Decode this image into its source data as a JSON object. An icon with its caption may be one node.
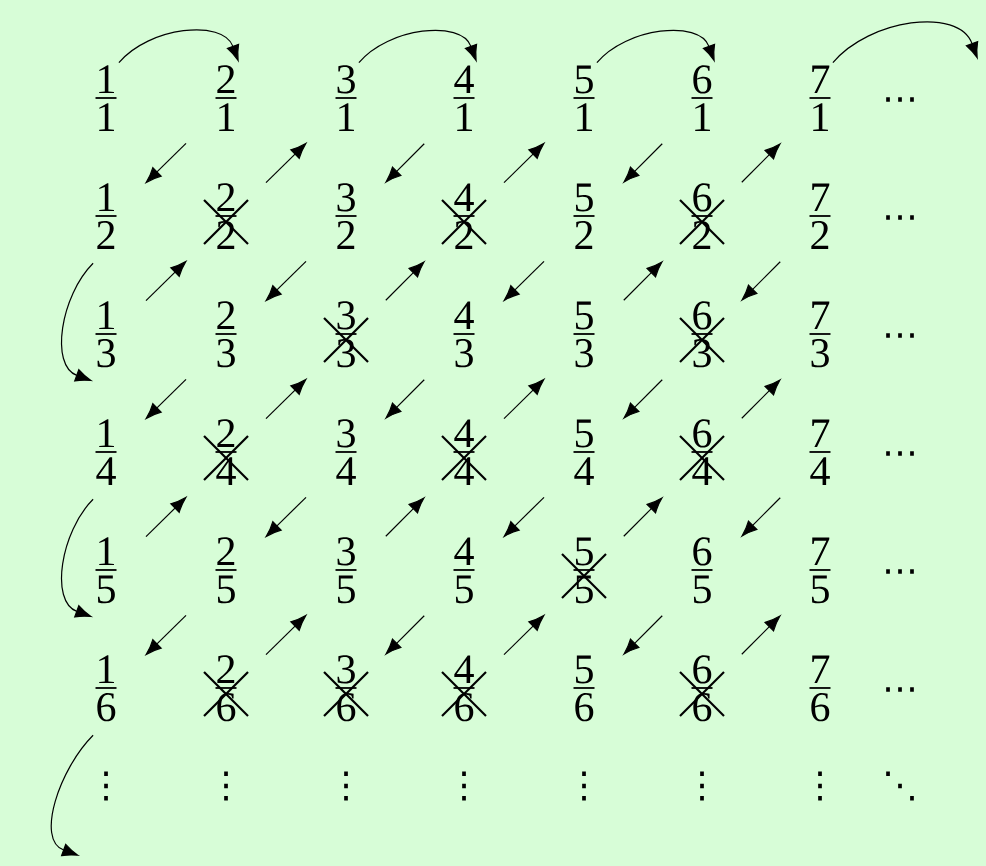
{
  "diagram": {
    "nodes": [
      {
        "text": [
          "1",
          "1"
        ]
      },
      {
        "text": [
          "2",
          "1"
        ]
      },
      {
        "text": [
          "3",
          "1"
        ]
      },
      {
        "text": [
          "4",
          "1"
        ]
      },
      {
        "text": [
          "5",
          "1"
        ]
      },
      {
        "text": [
          "6",
          "1"
        ]
      },
      {
        "text": [
          "7",
          "1"
        ]
      },
      {
        "text": [
          "1",
          "2"
        ]
      },
      {
        "text": [
          "2",
          "2"
        ]
      },
      {
        "text": [
          "3",
          "2"
        ]
      },
      {
        "text": [
          "4",
          "2"
        ]
      },
      {
        "text": [
          "5",
          "2"
        ]
      },
      {
        "text": [
          "6",
          "2"
        ]
      },
      {
        "text": [
          "7",
          "2"
        ]
      },
      {
        "text": [
          "1",
          "3"
        ]
      },
      {
        "text": [
          "2",
          "3"
        ]
      },
      {
        "text": [
          "3",
          "3"
        ]
      },
      {
        "text": [
          "4",
          "3"
        ]
      },
      {
        "text": [
          "5",
          "3"
        ]
      },
      {
        "text": [
          "6",
          "3"
        ]
      },
      {
        "text": [
          "7",
          "3"
        ]
      },
      {
        "text": [
          "1",
          "4"
        ]
      },
      {
        "text": [
          "2",
          "4"
        ]
      },
      {
        "text": [
          "3",
          "4"
        ]
      },
      {
        "text": [
          "4",
          "4"
        ]
      },
      {
        "text": [
          "5",
          "4"
        ]
      },
      {
        "text": [
          "6",
          "4"
        ]
      },
      {
        "text": [
          "7",
          "4"
        ]
      },
      {
        "text": [
          "1",
          "5"
        ]
      },
      {
        "text": [
          "2",
          "5"
        ]
      },
      {
        "text": [
          "3",
          "5"
        ]
      },
      {
        "text": [
          "4",
          "5"
        ]
      },
      {
        "text": [
          "5",
          "5"
        ]
      },
      {
        "text": [
          "6",
          "5"
        ]
      },
      {
        "text": [
          "7",
          "5"
        ]
      },
      {
        "text": [
          "1",
          "6"
        ]
      },
      {
        "text": [
          "2",
          "6"
        ]
      },
      {
        "text": [
          "3",
          "6"
        ]
      },
      {
        "text": [
          "4",
          "6"
        ]
      },
      {
        "text": [
          "5",
          "6"
        ]
      },
      {
        "text": [
          "6",
          "6"
        ]
      },
      {
        "text": [
          "7",
          "6"
        ]
      }
    ],
    "edges": [
      {
        "from": 0,
        "to": 1,
        "arrow": "to"
      },
      {
        "from": 1,
        "to": 7,
        "arrow": "to"
      },
      {
        "from": 7,
        "to": 14,
        "arrow": "to"
      },
      {
        "from": 14,
        "to": 8,
        "arrow": "to"
      },
      {
        "from": 8,
        "to": 2,
        "arrow": "to"
      },
      {
        "from": 2,
        "to": 3,
        "arrow": "to"
      },
      {
        "from": 3,
        "to": 9,
        "arrow": "to"
      },
      {
        "from": 9,
        "to": 15,
        "arrow": "to"
      },
      {
        "from": 15,
        "to": 21,
        "arrow": "to"
      },
      {
        "from": 21,
        "to": 28,
        "arrow": "to"
      },
      {
        "from": 28,
        "to": 22,
        "arrow": "to"
      },
      {
        "from": 22,
        "to": 16,
        "arrow": "to"
      },
      {
        "from": 16,
        "to": 10,
        "arrow": "to"
      },
      {
        "from": 10,
        "to": 4,
        "arrow": "to"
      },
      {
        "from": 4,
        "to": 5,
        "arrow": "to"
      },
      {
        "from": 5,
        "to": 11,
        "arrow": "to"
      },
      {
        "from": 11,
        "to": 17,
        "arrow": "to"
      },
      {
        "from": 17,
        "to": 23,
        "arrow": "to"
      },
      {
        "from": 23,
        "to": 29,
        "arrow": "to"
      },
      {
        "from": 29,
        "to": 35,
        "arrow": "to"
      },
      {
        "from": 35,
        "to": null,
        "arrow": "to"
      },
      {
        "from": 36,
        "to": 30,
        "arrow": "to"
      },
      {
        "from": 30,
        "to": 24,
        "arrow": "to"
      },
      {
        "from": 24,
        "to": 18,
        "arrow": "to"
      },
      {
        "from": 18,
        "to": 12,
        "arrow": "to"
      },
      {
        "from": 12,
        "to": 6,
        "arrow": "to"
      },
      {
        "from": 6,
        "to": null,
        "arrow": "to"
      },
      {
        "from": 13,
        "to": 19,
        "arrow": "to"
      },
      {
        "from": 19,
        "to": 25,
        "arrow": "to"
      },
      {
        "from": 25,
        "to": 31,
        "arrow": "to"
      },
      {
        "from": 31,
        "to": 37,
        "arrow": "to"
      },
      {
        "from": 38,
        "to": 32,
        "arrow": "to"
      },
      {
        "from": 32,
        "to": 26,
        "arrow": "to"
      },
      {
        "from": 26,
        "to": 20,
        "arrow": "to"
      },
      {
        "from": 27,
        "to": 33,
        "arrow": "to"
      },
      {
        "from": 33,
        "to": 39,
        "arrow": "to"
      },
      {
        "from": 40,
        "to": 34,
        "arrow": "to"
      }
    ],
    "labels": [
      "⋯",
      "⋯",
      "⋯",
      "⋯",
      "⋯",
      "⋯",
      "⋮",
      "⋮",
      "⋮",
      "⋮",
      "⋮",
      "⋮",
      "⋮",
      "⋱"
    ]
  }
}
